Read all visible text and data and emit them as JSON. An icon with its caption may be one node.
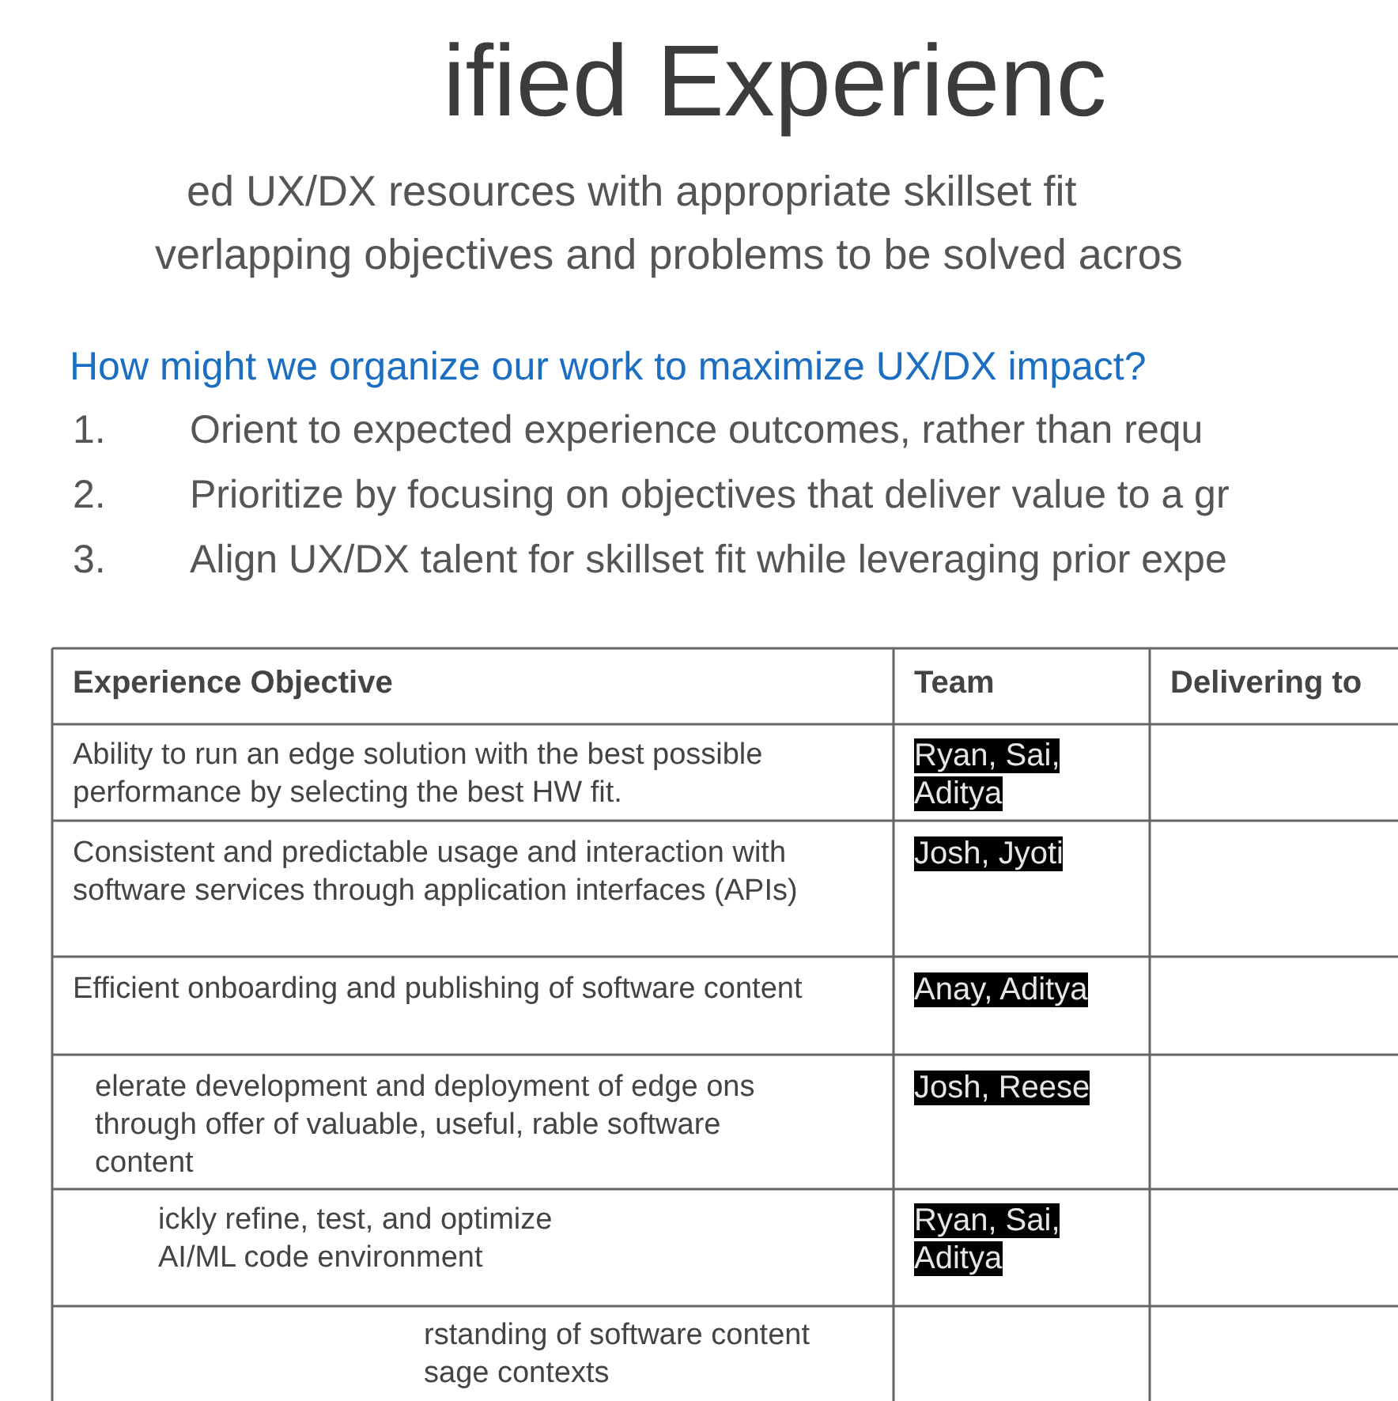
{
  "diagram": {
    "title": "ified Experienc",
    "labels": [
      "ed UX/DX resources with appropriate skillset fit",
      "verlapping objectives and problems to be solved acros",
      "How might we organize our work to maximize UX/DX impact?",
      "1.",
      "Orient to expected experience outcomes, rather than requ",
      "2.",
      "Prioritize by focusing on objectives that deliver value to a gr",
      "3.",
      "Align UX/DX talent for skillset fit while leveraging prior expe",
      "Experience Objective",
      "Team",
      "Delivering to",
      "Ability to run an edge solution with the best possible performance by selecting the best HW fit.",
      "Ryan, Sai, Aditya",
      "Consistent and predictable usage and interaction with software services through application interfaces (APIs)",
      "Josh, Jyoti",
      "Efficient onboarding and publishing of software content",
      "Anay, Aditya",
      "elerate development and deployment of edge ons through offer of valuable, useful, rable software content",
      "Josh, Reese",
      "ickly refine, test, and optimize AI/ML code environment",
      "Ryan, Sai, Aditya",
      "rstanding of software content sage contexts"
    ]
  }
}
